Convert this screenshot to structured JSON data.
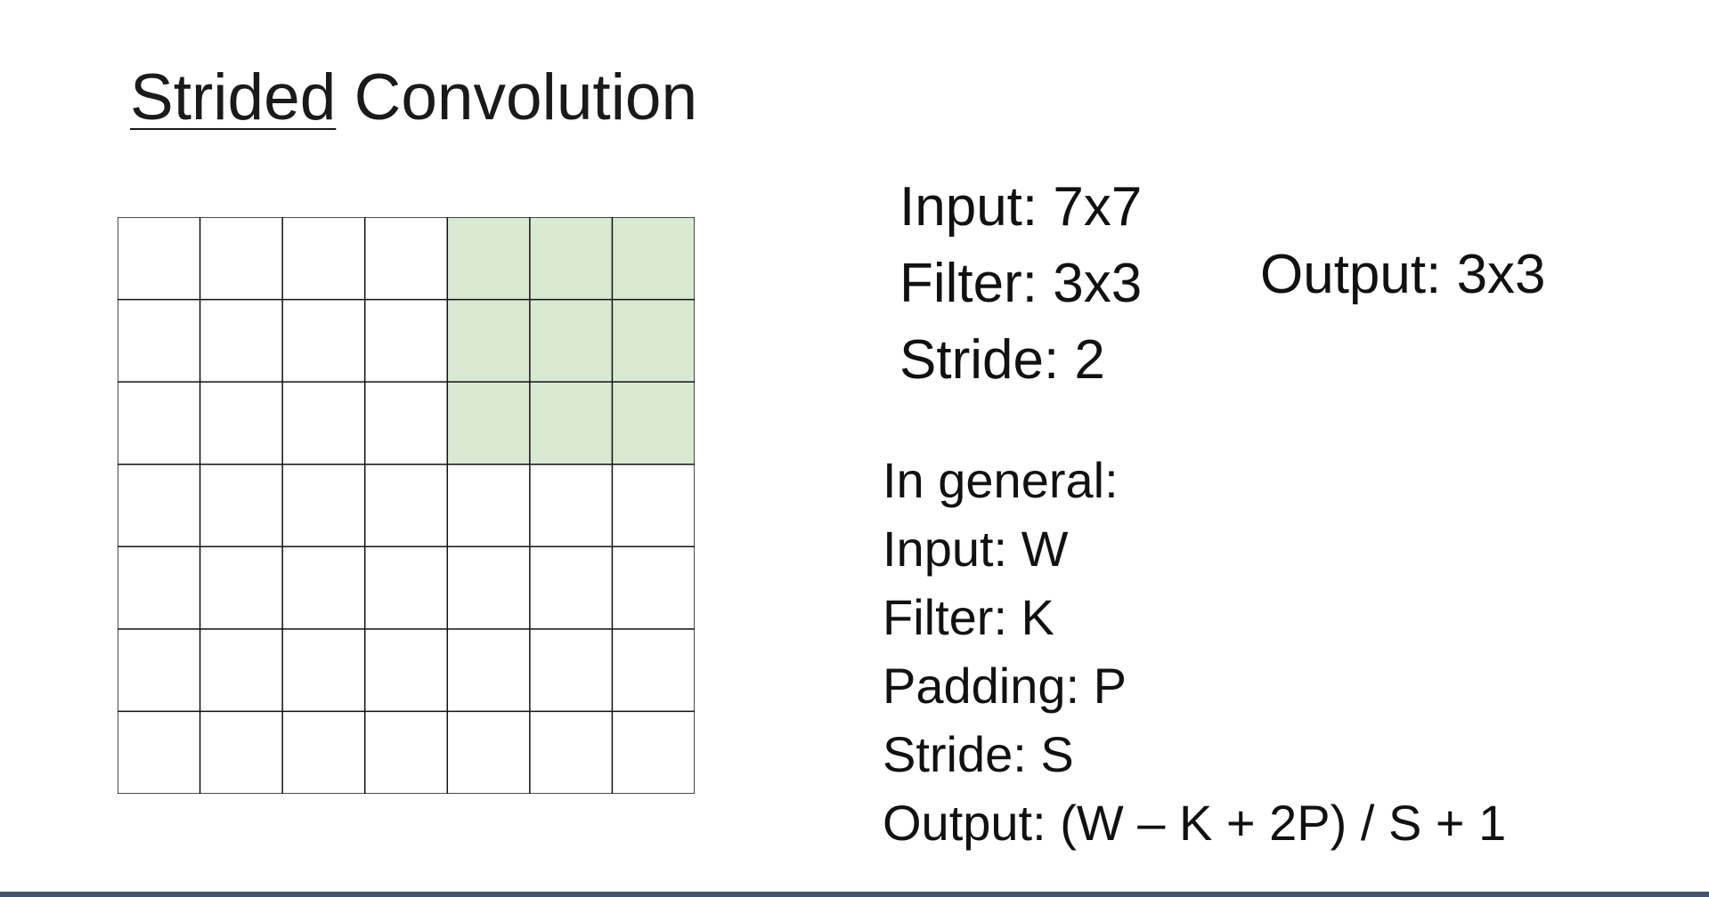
{
  "slide": {
    "title_underlined": "Strided",
    "title_rest": " Convolution"
  },
  "diagram": {
    "rows": 7,
    "cols": 7,
    "highlight": {
      "row_start": 0,
      "row_end": 2,
      "col_start": 4,
      "col_end": 6
    },
    "colors": {
      "highlight_fill": "#d9ead3",
      "cell_fill": "#ffffff",
      "grid_line": "#111111"
    }
  },
  "info": {
    "input": "Input: 7x7",
    "filter": "Filter: 3x3",
    "stride": "Stride: 2",
    "output": "Output: 3x3"
  },
  "general": {
    "heading": "In general:",
    "input": "Input: W",
    "filter": "Filter: K",
    "padding": "Padding: P",
    "stride": "Stride: S",
    "output": "Output: (W – K + 2P) / S + 1"
  }
}
